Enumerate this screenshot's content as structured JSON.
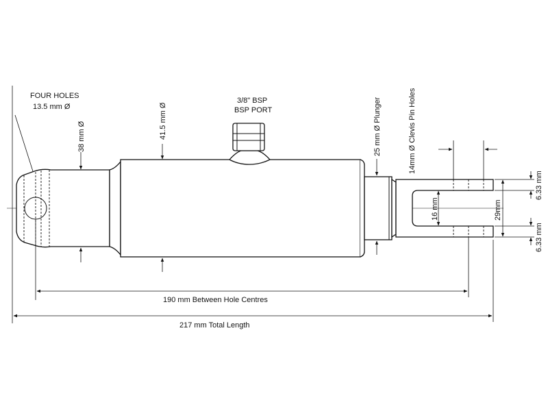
{
  "labels": {
    "four_holes_line1": "FOUR HOLES",
    "four_holes_line2": "13.5 mm Ø",
    "dia_38": "38 mm Ø",
    "dia_41_5": "41.5 mm Ø",
    "bsp_line1": "3/8\" BSP",
    "bsp_line2": "BSP PORT",
    "plunger": "25 mm Ø Plunger",
    "clevis_pin": "14mm Ø Clevis Pin Holes",
    "dim_16": "16 mm",
    "dim_29": "29mm",
    "dim_633_top": "6.33 mm",
    "dim_633_bottom": "6.33 mm",
    "between_centres": "190 mm Between Hole Centres",
    "total_length": "217 mm Total Length"
  }
}
